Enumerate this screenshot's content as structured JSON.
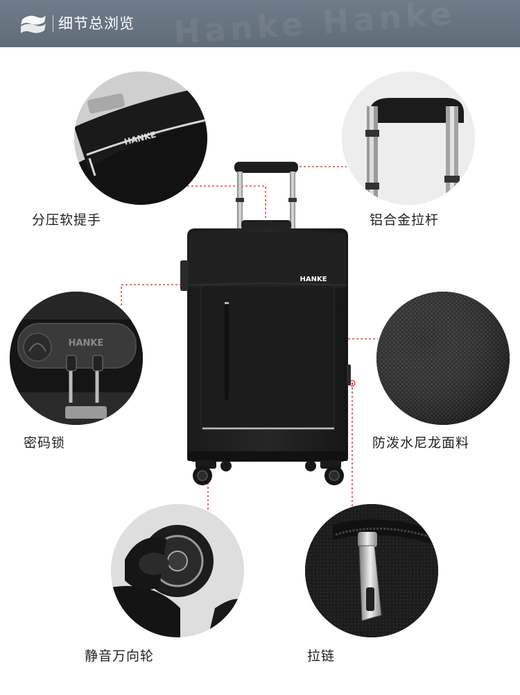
{
  "header": {
    "title": "细节总浏览",
    "watermark": "Hanke Hanke"
  },
  "suitcase": {
    "brand": "HANKE"
  },
  "details": [
    {
      "id": "handle",
      "label": "分压软提手",
      "icon": "handle-closeup",
      "brand": "HANKE"
    },
    {
      "id": "trolley",
      "label": "铝合金拉杆",
      "icon": "trolley-bar-closeup"
    },
    {
      "id": "lock",
      "label": "密码锁",
      "icon": "combination-lock-closeup",
      "brand": "HANKE"
    },
    {
      "id": "fabric",
      "label": "防泼水尼龙面料",
      "icon": "nylon-fabric-closeup"
    },
    {
      "id": "wheel",
      "label": "静音万向轮",
      "icon": "spinner-wheel-closeup"
    },
    {
      "id": "zipper",
      "label": "拉链",
      "icon": "zipper-closeup"
    }
  ],
  "colors": {
    "header_bg": "#667380",
    "leader_line": "#e02020",
    "label_text": "#222222"
  }
}
